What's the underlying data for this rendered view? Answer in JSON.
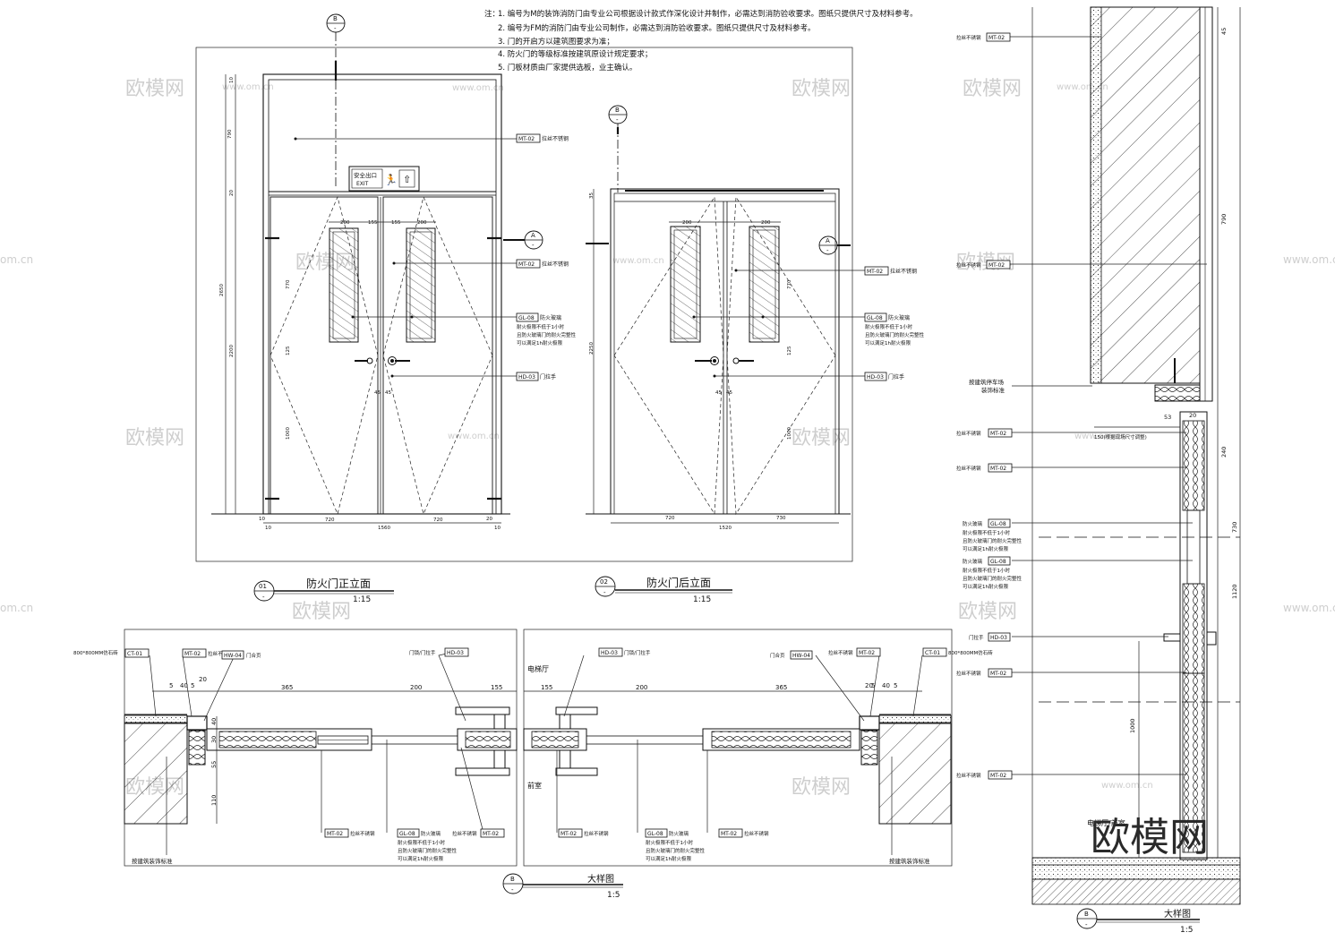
{
  "notes": {
    "prefix": "注：",
    "lines": [
      "1. 编号为M的装饰消防门由专业公司根据设计款式作深化设计并制作，必需达到消防验收要求。图纸只提供尺寸及材料参考。",
      "2. 编号为FM的消防门由专业公司制作，必需达到消防验收要求。图纸只提供尺寸及材料参考。",
      "3. 门的开启方以建筑图要求为准；",
      "4. 防火门的等级标准按建筑原设计规定要求；",
      "5. 门板材质由厂家提供选板，业主确认。"
    ]
  },
  "elevation_front": {
    "number": "01",
    "title": "防火门正立面",
    "scale": "1:15",
    "exit_sign": {
      "cn": "安全出口",
      "en": "EXIT"
    },
    "dims": {
      "left_top": [
        "10",
        "10",
        "10"
      ],
      "left": [
        "790",
        "20",
        "2650",
        "2200",
        "770",
        "125",
        "1000"
      ],
      "top": [
        "200",
        "155",
        "155",
        "200"
      ],
      "handle_gap": [
        "45",
        "45"
      ],
      "bottom": [
        "10",
        "720",
        "720",
        "20",
        "10"
      ],
      "bottom_total": "1560",
      "bottom_small": [
        "10",
        "10"
      ]
    }
  },
  "elevation_back": {
    "number": "02",
    "title": "防火门后立面",
    "scale": "1:15",
    "dims": {
      "left": [
        "35",
        "2250"
      ],
      "top": [
        "200",
        "200"
      ],
      "right": [
        "770",
        "125",
        "1000"
      ],
      "handle_gap": [
        "45",
        "45"
      ],
      "bottom": [
        "720",
        "730"
      ],
      "bottom_total": "1520"
    }
  },
  "section_markers": {
    "a": "A",
    "b": "B",
    "dash": "-"
  },
  "labels": {
    "mt02": {
      "code": "MT-02",
      "text": "拉丝不锈钢"
    },
    "gl08": {
      "code": "GL-08",
      "text": "防火玻璃",
      "lines": [
        "耐火极限不低于1小时",
        "且防火玻璃门的耐火完整性",
        "可以满足1h耐火极限"
      ]
    },
    "hd03": {
      "code": "HD-03",
      "text": "门拉手"
    },
    "hd03_plan": {
      "code": "HD-03",
      "text": "门锁/门拉手"
    },
    "hw04": {
      "code": "HW-04",
      "text": "门合页"
    },
    "ct01": {
      "code": "CT-01",
      "text": "800*800MM仿石砖"
    },
    "finish": "按建筑装饰标准"
  },
  "plan": {
    "title": "大样图",
    "scale": "1:5",
    "marker": "B",
    "rooms": {
      "hall": "电梯厅",
      "front": "前室"
    },
    "dims_left": [
      "5",
      "40",
      "5",
      "20",
      "365",
      "200",
      "155"
    ],
    "dims_right": [
      "155",
      "200",
      "365",
      "20",
      "5",
      "40",
      "5"
    ],
    "dims_vert": [
      "40",
      "30",
      "55",
      "110"
    ]
  },
  "section": {
    "title": "大样图",
    "scale": "1:5",
    "marker": "B",
    "parking_note": [
      "按建筑停车场",
      "装饰标准"
    ],
    "room_note": "电梯厅/前室",
    "dims": [
      "45",
      "790",
      "53",
      "20",
      "150(根据现场尺寸调整)",
      "240",
      "730",
      "1120",
      "1000"
    ]
  },
  "watermark": {
    "brand": "欧模网",
    "site": "www.om.cn",
    "site_short": "om.cn"
  }
}
